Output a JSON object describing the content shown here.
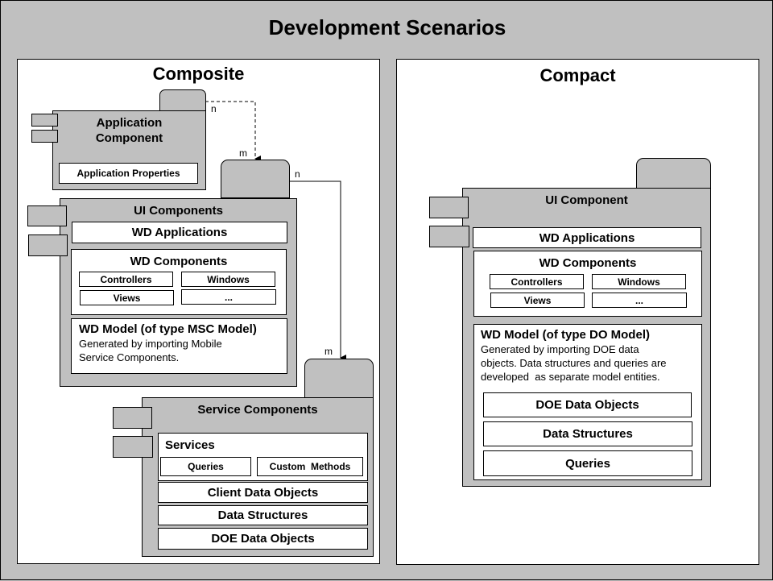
{
  "title": "Development Scenarios",
  "composite": {
    "heading": "Composite",
    "application_component": {
      "title_line1": "Application",
      "title_line2": "Component",
      "properties": "Application Properties"
    },
    "ui_components": {
      "title": "UI Components",
      "wd_applications": "WD Applications",
      "wd_components": {
        "title": "WD Components",
        "items": [
          "Controllers",
          "Windows",
          "Views",
          "..."
        ]
      },
      "wd_model": {
        "title": "WD Model (of type MSC Model)",
        "line1": "Generated by importing Mobile",
        "line2": "Service Components."
      }
    },
    "service_components": {
      "title": "Service Components",
      "services": {
        "title": "Services",
        "items": [
          "Queries",
          "Custom  Methods"
        ]
      },
      "rows": [
        "Client Data Objects",
        "Data Structures",
        "DOE Data Objects"
      ]
    },
    "multiplicities": {
      "app_n": "n",
      "ui_m": "m",
      "ui_n": "n",
      "svc_m": "m"
    }
  },
  "compact": {
    "heading": "Compact",
    "ui_component": {
      "title": "UI Component",
      "wd_applications": "WD Applications",
      "wd_components": {
        "title": "WD Components",
        "items": [
          "Controllers",
          "Windows",
          "Views",
          "..."
        ]
      },
      "wd_model": {
        "title": "WD Model (of type DO Model)",
        "line1": "Generated by importing DOE data",
        "line2": "objects. Data structures and queries are",
        "line3": "developed  as separate model entities.",
        "rows": [
          "DOE Data Objects",
          "Data Structures",
          "Queries"
        ]
      }
    }
  }
}
